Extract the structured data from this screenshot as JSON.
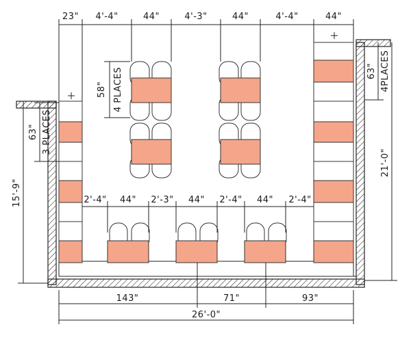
{
  "colors": {
    "table_fill": "#f4a58a",
    "line": "#222222"
  },
  "top_dims": [
    "23\"",
    "4'-4\"",
    "44\"",
    "4'-3\"",
    "44\"",
    "4'-4\"",
    "44\""
  ],
  "middle_dims": [
    "2'-4\"",
    "44\"",
    "2'-3\"",
    "44\"",
    "2'-4\"",
    "44\"",
    "2'-4\""
  ],
  "bottom_dims": [
    "143\"",
    "71\"",
    "93\""
  ],
  "overall_width": "26'-0\"",
  "left_height": "15'-9\"",
  "right_height": "21'-0\"",
  "center_spacing": {
    "value": "58\"",
    "note": "4 PLACES"
  },
  "left_spacing": {
    "value": "63\"",
    "note": "3 PLACES"
  },
  "right_spacing": {
    "value": "63\"",
    "note": "4PLACES"
  },
  "icons": [
    "cross-marker-icon",
    "cross-marker-icon"
  ]
}
